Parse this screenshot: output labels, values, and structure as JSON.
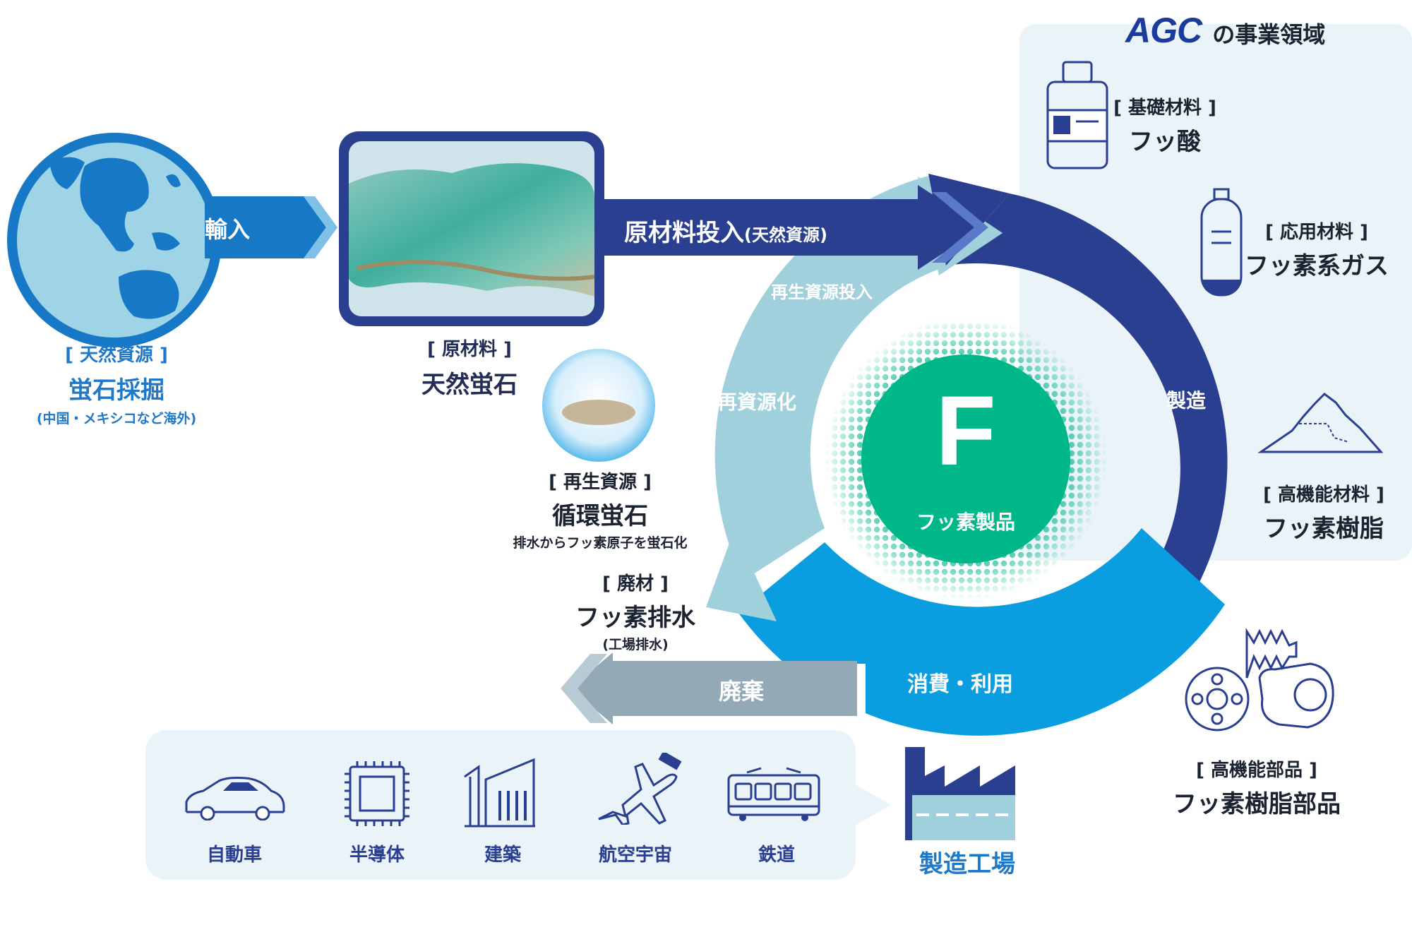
{
  "header": {
    "brand": "AGC",
    "title_suffix": "の事業領域"
  },
  "flow": {
    "import_label": "輸入",
    "raw_input_label": "原材料投入",
    "raw_input_sub": "(天然資源)",
    "recycled_input_label": "再生資源投入",
    "recycle_label": "再資源化",
    "manufacture_label": "製造",
    "consume_label": "消費・利用",
    "dispose_label": "廃棄"
  },
  "center": {
    "symbol": "F",
    "label": "フッ素製品"
  },
  "natural_resource": {
    "tag": "[ 天然資源 ]",
    "title": "蛍石採掘",
    "note": "(中国・メキシコなど海外)"
  },
  "raw_material": {
    "tag": "[ 原材料 ]",
    "title": "天然蛍石"
  },
  "recycled_resource": {
    "tag": "[ 再生資源 ]",
    "title": "循環蛍石",
    "note": "排水からフッ素原子を蛍石化"
  },
  "waste": {
    "tag": "[ 廃材 ]",
    "title": "フッ素排水",
    "note": "(工場排水)"
  },
  "products": [
    {
      "tag": "[ 基礎材料 ]",
      "title": "フッ酸",
      "icon": "bottle-icon"
    },
    {
      "tag": "[ 応用材料 ]",
      "title": "フッ素系ガス",
      "icon": "gas-cylinder-icon"
    },
    {
      "tag": "[ 高機能材料 ]",
      "title": "フッ素樹脂",
      "icon": "powder-pile-icon"
    },
    {
      "tag": "[ 高機能部品 ]",
      "title": "フッ素樹脂部品",
      "icon": "resin-parts-icon"
    }
  ],
  "factory": {
    "label": "製造工場",
    "icon": "factory-icon"
  },
  "industries": [
    {
      "label": "自動車",
      "icon": "car-icon"
    },
    {
      "label": "半導体",
      "icon": "chip-icon"
    },
    {
      "label": "建築",
      "icon": "building-icon"
    },
    {
      "label": "航空宇宙",
      "icon": "aerospace-icon"
    },
    {
      "label": "鉄道",
      "icon": "train-icon"
    }
  ],
  "colors": {
    "navy": "#2b3f90",
    "light_blue": "#9fd0dc",
    "bright_blue": "#0a9ee0",
    "globe_blue": "#1779c6",
    "green": "#00b78a",
    "gray_arrow": "#93aab6",
    "panel_bg": "#e9f3f8"
  }
}
